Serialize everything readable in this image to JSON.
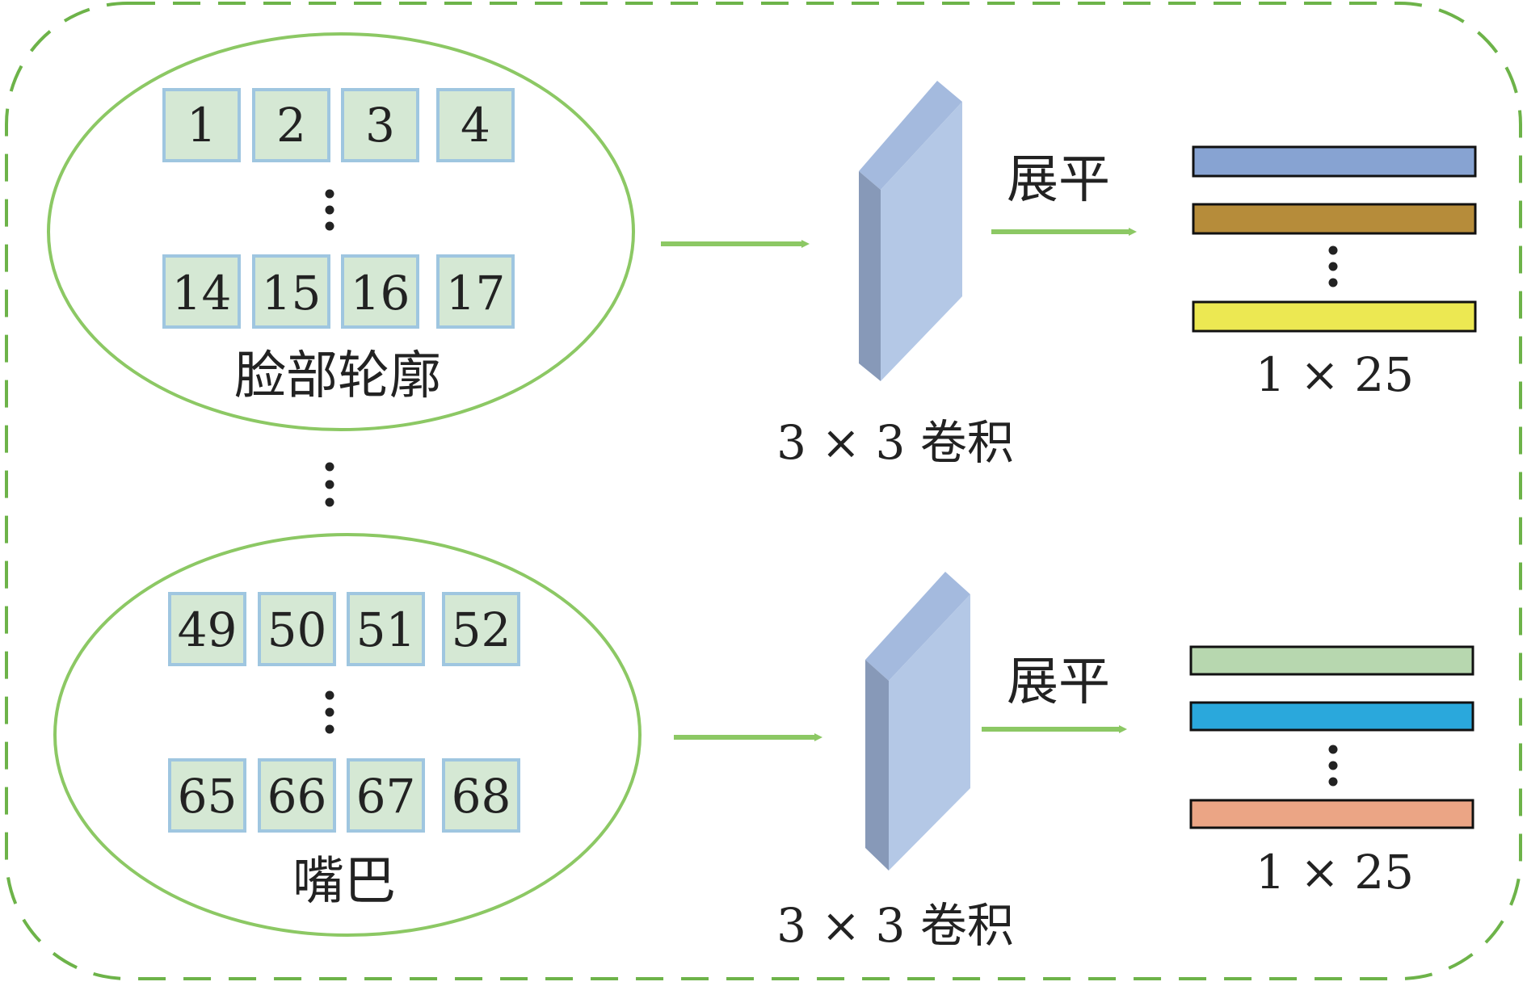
{
  "colors": {
    "frame_border": "#6db349",
    "ellipse_border": "#8cc864",
    "cell_fill": "#d5e8d4",
    "cell_border": "#9fc6e0",
    "arrow": "#8cc864",
    "kernel_front": "#b4c8e6",
    "kernel_top": "#a4bade",
    "kernel_side": "#8799b8"
  },
  "groups": [
    {
      "label": "脸部轮廓",
      "top_row": [
        "1",
        "2",
        "3",
        "4"
      ],
      "bottom_row": [
        "14",
        "15",
        "16",
        "17"
      ],
      "conv_label": "3 × 3 卷积",
      "flatten_label": "展平",
      "bar_colors": [
        "#87a3d2",
        "#b68c3a",
        "#ece852"
      ],
      "output_label": "1 × 25"
    },
    {
      "label": "嘴巴",
      "top_row": [
        "49",
        "50",
        "51",
        "52"
      ],
      "bottom_row": [
        "65",
        "66",
        "67",
        "68"
      ],
      "conv_label": "3 × 3 卷积",
      "flatten_label": "展平",
      "bar_colors": [
        "#b7d7af",
        "#2aa8dc",
        "#eba585"
      ],
      "output_label": "1 × 25"
    }
  ],
  "icons": {
    "vertical_ellipsis": "vertical-ellipsis-icon",
    "arrow": "right-arrow-icon"
  }
}
